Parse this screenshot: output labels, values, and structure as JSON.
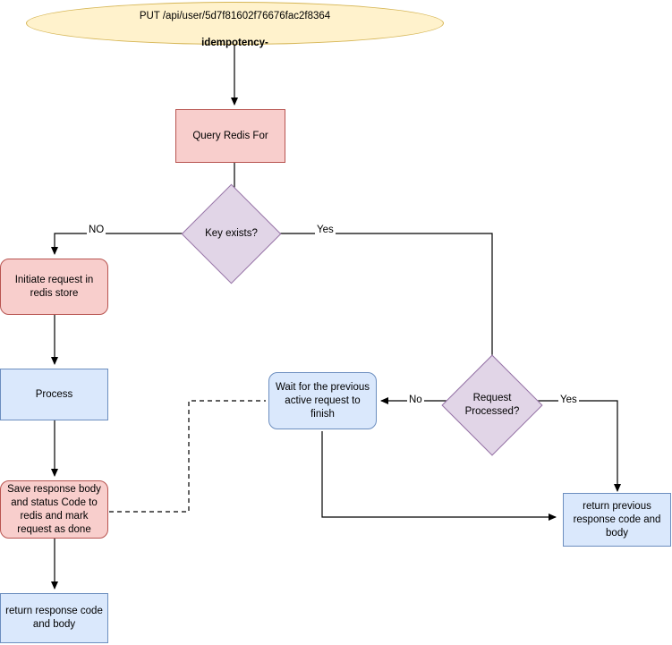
{
  "diagram": {
    "title": "Idempotency request handling flowchart",
    "colors": {
      "start_fill": "#fff2cc",
      "start_stroke": "#d6b656",
      "process_red_fill": "#f8cecc",
      "process_red_stroke": "#b85450",
      "process_blue_fill": "#dae8fc",
      "process_blue_stroke": "#6c8ebf",
      "decision_fill": "#e1d5e7",
      "decision_stroke": "#9673a6",
      "edge_stroke": "#000000"
    },
    "nodes": {
      "start": {
        "line1": "PUT /api/user/5d7f81602f76676fac2f8364",
        "line2": "idempotency-"
      },
      "query_redis": {
        "label": "Query Redis For"
      },
      "key_exists": {
        "label": "Key exists?"
      },
      "initiate_request": {
        "label": "Initiate request in\nredis store"
      },
      "process": {
        "label": "Process"
      },
      "save_response": {
        "label": "Save response body\nand status Code to\nredis and mark\nrequest as done"
      },
      "return_response": {
        "label": "return response code\nand body"
      },
      "request_processed": {
        "label": "Request\nProcessed?"
      },
      "wait_previous": {
        "label": "Wait for the previous\nactive request to\nfinish"
      },
      "return_previous": {
        "label": "return previous\nresponse code and\nbody"
      }
    },
    "edge_labels": {
      "key_exists_no": "NO",
      "key_exists_yes": "Yes",
      "request_processed_no": "No",
      "request_processed_yes": "Yes"
    }
  }
}
